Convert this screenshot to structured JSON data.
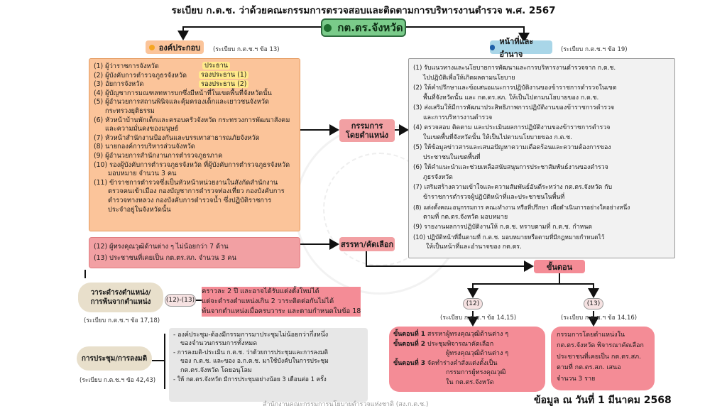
{
  "title": "ระเบียบ ก.ต.ช. ว่าด้วยคณะกรรมการตรวจสอบและติดตามการบริหารงานตำรวจ พ.ศ. 2567",
  "center": {
    "label": "กต.ตร.จังหวัด"
  },
  "composition": {
    "label": "องค์ประกอบ",
    "ref": "(ระเบียบ ก.ต.ช.ฯ ข้อ 13)",
    "items": [
      "(1) ผู้ว่าราชการจังหวัด",
      "(2) ผู้บังคับการตำรวจภูธรจังหวัด",
      "(3) อัยการจังหวัด",
      "(4) ผู้บัญชาการมณฑลทหารบกซึ่งมีหน้าที่ในเขตพื้นที่จังหวัดนั้น",
      "(5) ผู้อำนวยการสถานพินิจและคุ้มครองเด็กและเยาวชนจังหวัด",
      "กระทรวงยุติธรรม",
      "(6) หัวหน้าบ้านพักเด็กและครอบครัวจังหวัด กระทรวงการพัฒนาสังคม",
      "และความมั่นคงของมนุษย์",
      "(7) หัวหน้าสำนักงานป้องกันและบรรเทาสาธารณภัยจังหวัด",
      "(8) นายกองค์การบริหารส่วนจังหวัด",
      "(9) ผู้อำนวยการสำนักงานการตำรวจภูธรภาค",
      "(10) รองผู้บังคับการตำรวจภูธรจังหวัด ที่ผู้บังคับการตำรวจภูธรจังหวัด",
      "มอบหมาย จำนวน 3 คน",
      "(11) ข้าราชการตำรวจซึ่งเป็นหัวหน้าหน่วยงานในสังกัดสำนักงาน",
      "ตรวจคนเข้าเมือง กองบัญชาการตำรวจท่องเที่ยว กองบังคับการ",
      "ตำรวจทางหลวง กองบังคับการตำรวจน้ำ ซึ่งปฏิบัติราชการ",
      "ประจำอยู่ในจังหวัดนั้น"
    ],
    "roles": [
      "ประธาน",
      "รองประธาน (1)",
      "รองประธาน (2)"
    ]
  },
  "ex_officio": {
    "label1": "กรรมการ",
    "label2": "โดยตำแหน่ง"
  },
  "qualified": {
    "items": [
      "(12) ผู้ทรงคุณวุฒิด้านต่าง ๆ ไม่น้อยกว่า 7 ด้าน",
      "(13) ประชาชนที่เคยเป็น กต.ตร.สภ. จำนวน 3 คน"
    ],
    "select_label": "สรรหา/คัดเลือก"
  },
  "duties": {
    "label": "หน้าที่และอำนาจ",
    "ref": "(ระเบียบ ก.ต.ช.ฯ ข้อ 19)",
    "items": [
      "(1) รับแนวทางและนโยบายการพัฒนาและการบริหารงานตำรวจจาก ก.ต.ช.",
      "ไปปฏิบัติเพื่อให้เกิดผลตามนโยบาย",
      "(2) ให้คำปรึกษาและข้อเสนอแนะการปฏิบัติงานของข้าราชการตำรวจในเขต",
      "พื้นที่จังหวัดนั้น และ กต.ตร.สภ. ให้เป็นไปตามนโยบายของ ก.ต.ช.",
      "(3) ส่งเสริมให้มีการพัฒนาประสิทธิภาพการปฏิบัติงานของข้าราชการตำรวจ",
      "และการบริหารงานตำรวจ",
      "(4) ตรวจสอบ ติดตาม และประเมินผลการปฏิบัติงานของข้าราชการตำรวจ",
      "ในเขตพื้นที่จังหวัดนั้น ให้เป็นไปตามนโยบายของ ก.ต.ช.",
      "(5) ให้ข้อมูลข่าวสารและเสนอปัญหาความเดือดร้อนและความต้องการของ",
      "ประชาชนในเขตพื้นที่",
      "(6) ให้คำแนะนำและช่วยเหลือสนับสนุนการประชาสัมพันธ์งานของตำรวจ",
      "ภูธรจังหวัด",
      "(7) เสริมสร้างความเข้าใจและความสัมพันธ์อันดีระหว่าง กต.ตร.จังหวัด กับ",
      "ข้าราชการตำรวจผู้ปฏิบัติหน้าที่และประชาชนในพื้นที่",
      "(8) แต่งตั้งคณะอนุกรรมการ คณะทำงาน หรือที่ปรึกษา เพื่อดำเนินการอย่างใดอย่างหนึ่ง",
      "ตามที่ กต.ตร.จังหวัด มอบหมาย",
      "(9) รายงานผลการปฏิบัติงานให้ ก.ต.ช. ทราบตามที่ ก.ต.ช. กำหนด",
      "(10) ปฏิบัติหน้าที่อื่นตามที่ ก.ต.ช. มอบหมายหรือตามที่มีกฎหมายกำหนดไว้",
      "ให้เป็นหน้าที่และอำนาจของ กต.ตร."
    ]
  },
  "term": {
    "label1": "วาระดำรงตำแหน่ง/",
    "label2": "การพ้นจากตำแหน่ง",
    "ref": "(ระเบียบ ก.ต.ช.ฯ ข้อ 17,18)",
    "tag": "(12)-(13)",
    "lines": [
      "คราวละ 2 ปี และอาจได้รับแต่งตั้งใหม่ได้",
      "แต่จะดำรงตำแหน่งเกิน 2 วาระติดต่อกันไม่ได้",
      "พ้นจากตำแหน่งเมื่อครบวาระ และตามกำหนดในข้อ 18"
    ]
  },
  "meeting": {
    "label": "การประชุม/การลงมติ",
    "ref": "(ระเบียบ ก.ต.ช.ฯ ข้อ 42,43)",
    "lines": [
      "- องค์ประชุม-ต้องมีกรรมการมาประชุมไม่น้อยกว่ากึ่งหนึ่ง",
      "ของจำนวนกรรมการทั้งหมด",
      "- การลงมติ-ประเมิน ก.ต.ช. ว่าด้วยการประชุมและการลงมติ",
      "ของ ก.ต.ช. และของ อ.ก.ต.ช. มาใช้บังคับในการประชุม",
      "กต.ตร.จังหวัด โดยอนุโลม",
      "- ให้ กต.ตร.จังหวัด มีการประชุมอย่างน้อย 3 เดือนต่อ 1 ครั้ง"
    ]
  },
  "steps": {
    "label": "ขั้นตอน",
    "left": {
      "tag": "(12)",
      "ref": "(ระเบียบ ก.ต.ช.ฯ ข้อ 14,15)",
      "s1_head": "ขั้นตอนที่ 1",
      "s1_text": "สรรหาผู้ทรงคุณวุฒิด้านต่าง ๆ",
      "s2_head": "ขั้นตอนที่ 2",
      "s2_text": "ประชุมพิจารณาคัดเลือก",
      "s2_text2": "ผู้ทรงคุณวุฒิด้านต่าง ๆ",
      "s3_head": "ขั้นตอนที่ 3",
      "s3_text": "จัดทำร่างคำสั่งแต่งตั้งเป็น",
      "s3_text2": "กรรมการผู้ทรงคุณวุฒิ",
      "s3_text3": "ใน กต.ตร.จังหวัด"
    },
    "right": {
      "tag": "(13)",
      "ref": "(ระเบียบ ก.ต.ช.ฯ ข้อ 14,16)",
      "lines": [
        "กรรมการโดยตำแหน่งใน",
        "กต.ตร.จังหวัด พิจารณาคัดเลือก",
        "ประชาชนที่เคยเป็น กต.ตร.สภ.",
        "ตามที่ กต.ตร.สภ. เสนอ",
        "จำนวน 3 ราย"
      ]
    }
  },
  "footer": {
    "agency": "สำนักงานคณะกรรมการนโยบายตำรวจแห่งชาติ (สง.ก.ต.ช.)",
    "date": "ข้อมูล ณ วันที่ 1 มีนาคม 2568"
  },
  "colors": {
    "green": "#7acb8a",
    "peach": "#fbc49a",
    "pink": "#f2a0a3",
    "beige": "#e8dfcb",
    "blue_dot": "#1e5fa8"
  }
}
